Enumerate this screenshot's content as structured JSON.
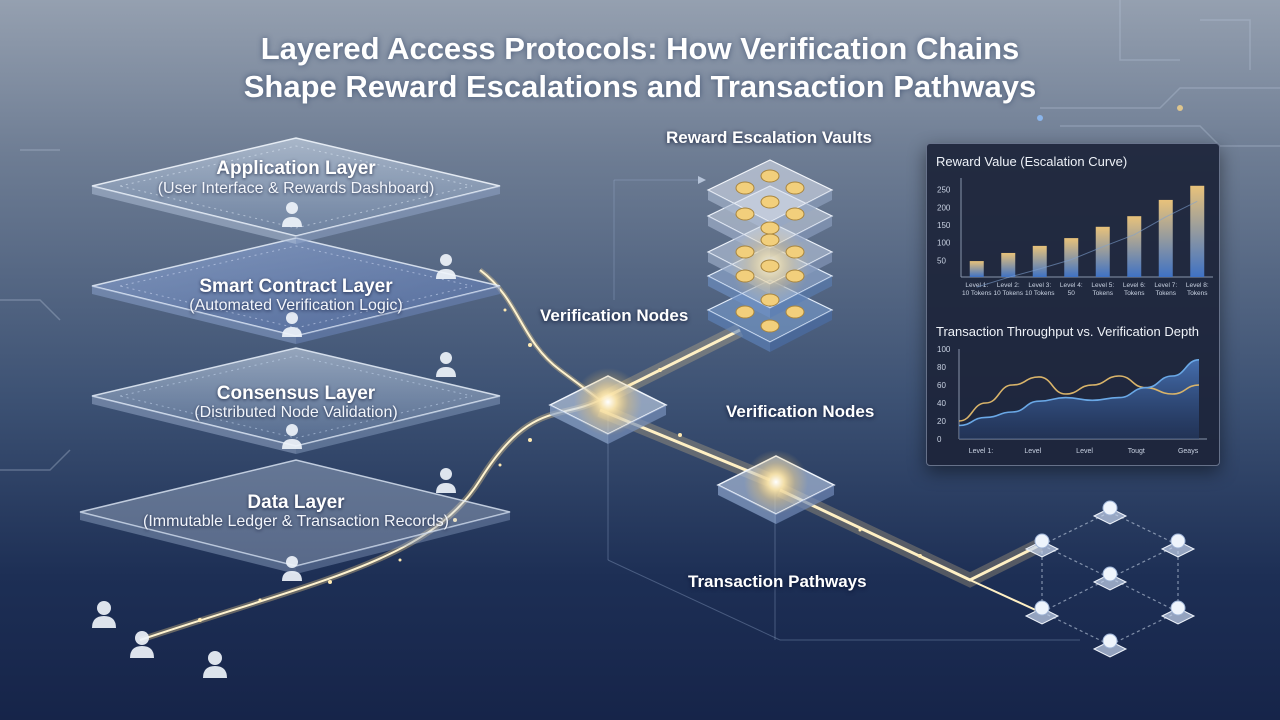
{
  "title_line1": "Layered Access Protocols: How Verification Chains",
  "title_line2": "Shape Reward Escalations and Transaction Pathways",
  "layers": [
    {
      "name": "Application Layer",
      "desc": "(User Interface & Rewards Dashboard)"
    },
    {
      "name": "Smart Contract Layer",
      "desc": "(Automated Verification Logic)"
    },
    {
      "name": "Consensus Layer",
      "desc": "(Distributed Node Validation)"
    },
    {
      "name": "Data Layer",
      "desc": "(Immutable Ledger & Transaction Records)"
    }
  ],
  "labels": {
    "vaults": "Reward Escalation Vaults",
    "nodes_1": "Verification Nodes",
    "nodes_2": "Verification Nodes",
    "pathways": "Transaction Pathways"
  },
  "colors": {
    "gold": "#f7d58a",
    "bar_top": "#e8c27a",
    "bar_bottom": "#3f72c4",
    "line_gold": "#d9b46a",
    "line_blue": "#6aa8e6"
  },
  "chart_data": [
    {
      "type": "bar",
      "title": "Reward Value (Escalation Curve)",
      "categories": [
        "Level 1: 10 Tokens",
        "Level 2: 10 Tokens",
        "Level 3: 10 Tokens",
        "Level 4: 50",
        "Level 5: Tokens",
        "Level 6: Tokens",
        "Level 7: Tokens",
        "Level 8: Tokens"
      ],
      "values": [
        45,
        68,
        88,
        110,
        142,
        172,
        218,
        258
      ],
      "y_ticks": [
        "50",
        "100",
        "150",
        "200",
        "250"
      ],
      "ylim": [
        0,
        280
      ],
      "grid": false
    },
    {
      "type": "area",
      "title": "Transaction Throughput vs. Verification Depth",
      "x_labels": [
        "Level 1:",
        "Level",
        "Level",
        "Tougt",
        "Geays"
      ],
      "y_ticks": [
        "0",
        "20",
        "40",
        "60",
        "80",
        "100"
      ],
      "ylim": [
        0,
        100
      ],
      "x": [
        0,
        1,
        2,
        3,
        4,
        5,
        6,
        7,
        8,
        9
      ],
      "series": [
        {
          "values": [
            15,
            24,
            30,
            42,
            46,
            43,
            46,
            57,
            70,
            88
          ]
        },
        {
          "values": [
            20,
            40,
            60,
            69,
            50,
            60,
            70,
            57,
            50,
            60
          ]
        }
      ]
    }
  ]
}
